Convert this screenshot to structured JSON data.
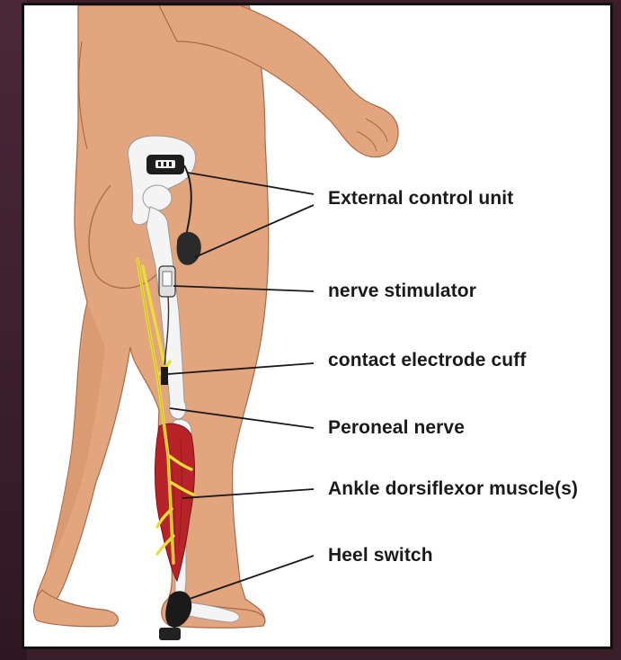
{
  "labels": {
    "external_control_unit": "External control unit",
    "nerve_stimulator": "nerve stimulator",
    "contact_electrode_cuff": "contact electrode cuff",
    "peroneal_nerve": "Peroneal nerve",
    "ankle_dorsiflexor": "Ankle dorsiflexor muscle(s)",
    "heel_switch": "Heel switch"
  },
  "colors": {
    "skin": "#e3a57d",
    "skin_shadow": "#c98760",
    "bone": "#f4f4f4",
    "nerve": "#e8dd3a",
    "muscle": "#b8232a",
    "device": "#2a2a2a",
    "frame_border": "#111111",
    "page_bg": "#3a1f2b"
  }
}
